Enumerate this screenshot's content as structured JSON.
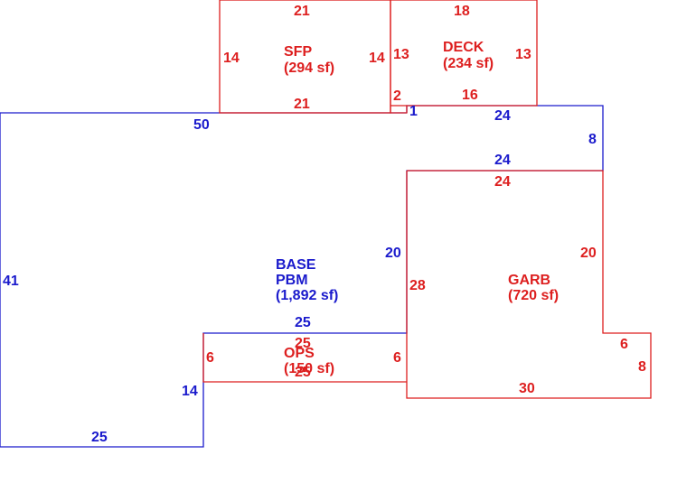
{
  "colors": {
    "base": "#1a1acc",
    "addition": "#dd1f1f",
    "background": "#ffffff"
  },
  "areas": {
    "base": {
      "name": "BASE",
      "subname": "PBM",
      "area": "(1,892 sf)"
    },
    "sfp": {
      "name": "SFP",
      "area": "(294 sf)"
    },
    "deck": {
      "name": "DECK",
      "area": "(234 sf)"
    },
    "garb": {
      "name": "GARB",
      "area": "(720 sf)"
    },
    "ops": {
      "name": "OPS",
      "area": "(150 sf)"
    }
  },
  "dimensions": {
    "sfp_top": "21",
    "sfp_left": "14",
    "sfp_right": "14",
    "sfp_bottom": "21",
    "deck_top": "18",
    "deck_left": "13",
    "deck_right": "13",
    "deck_bottom": "16",
    "deck_step": "2",
    "step_one": "1",
    "base_top": "50",
    "base_left": "41",
    "base_bottom": "25",
    "base_lower_left": "14",
    "base_inner": "25",
    "base_right_upper": "24",
    "base_right_side": "8",
    "base_right_lower": "24",
    "base_right_vertical": "20",
    "garb_top": "24",
    "garb_left": "28",
    "garb_right": "20",
    "garb_step": "6",
    "garb_right_lower": "8",
    "garb_bottom": "30",
    "ops_top": "25",
    "ops_bottom": "25",
    "ops_left": "6",
    "ops_right": "6"
  }
}
